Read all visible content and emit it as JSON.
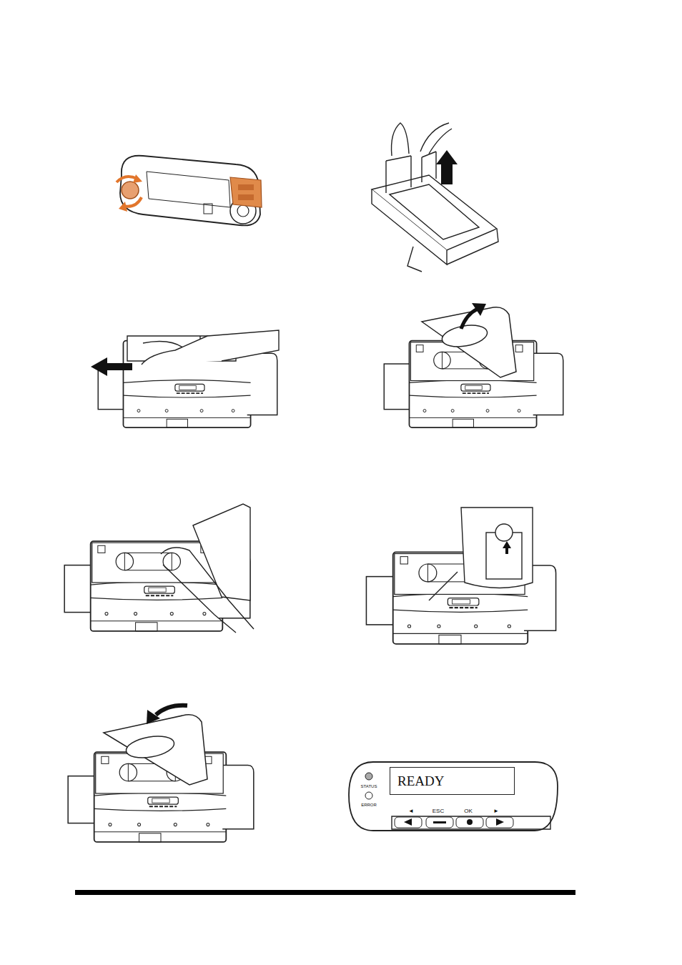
{
  "diagram": {
    "nodes": [
      {
        "text": [
          "READY"
        ]
      }
    ],
    "labels": [
      "STATUS",
      "ERROR",
      "◄",
      "ESC",
      "OK",
      "►"
    ]
  }
}
